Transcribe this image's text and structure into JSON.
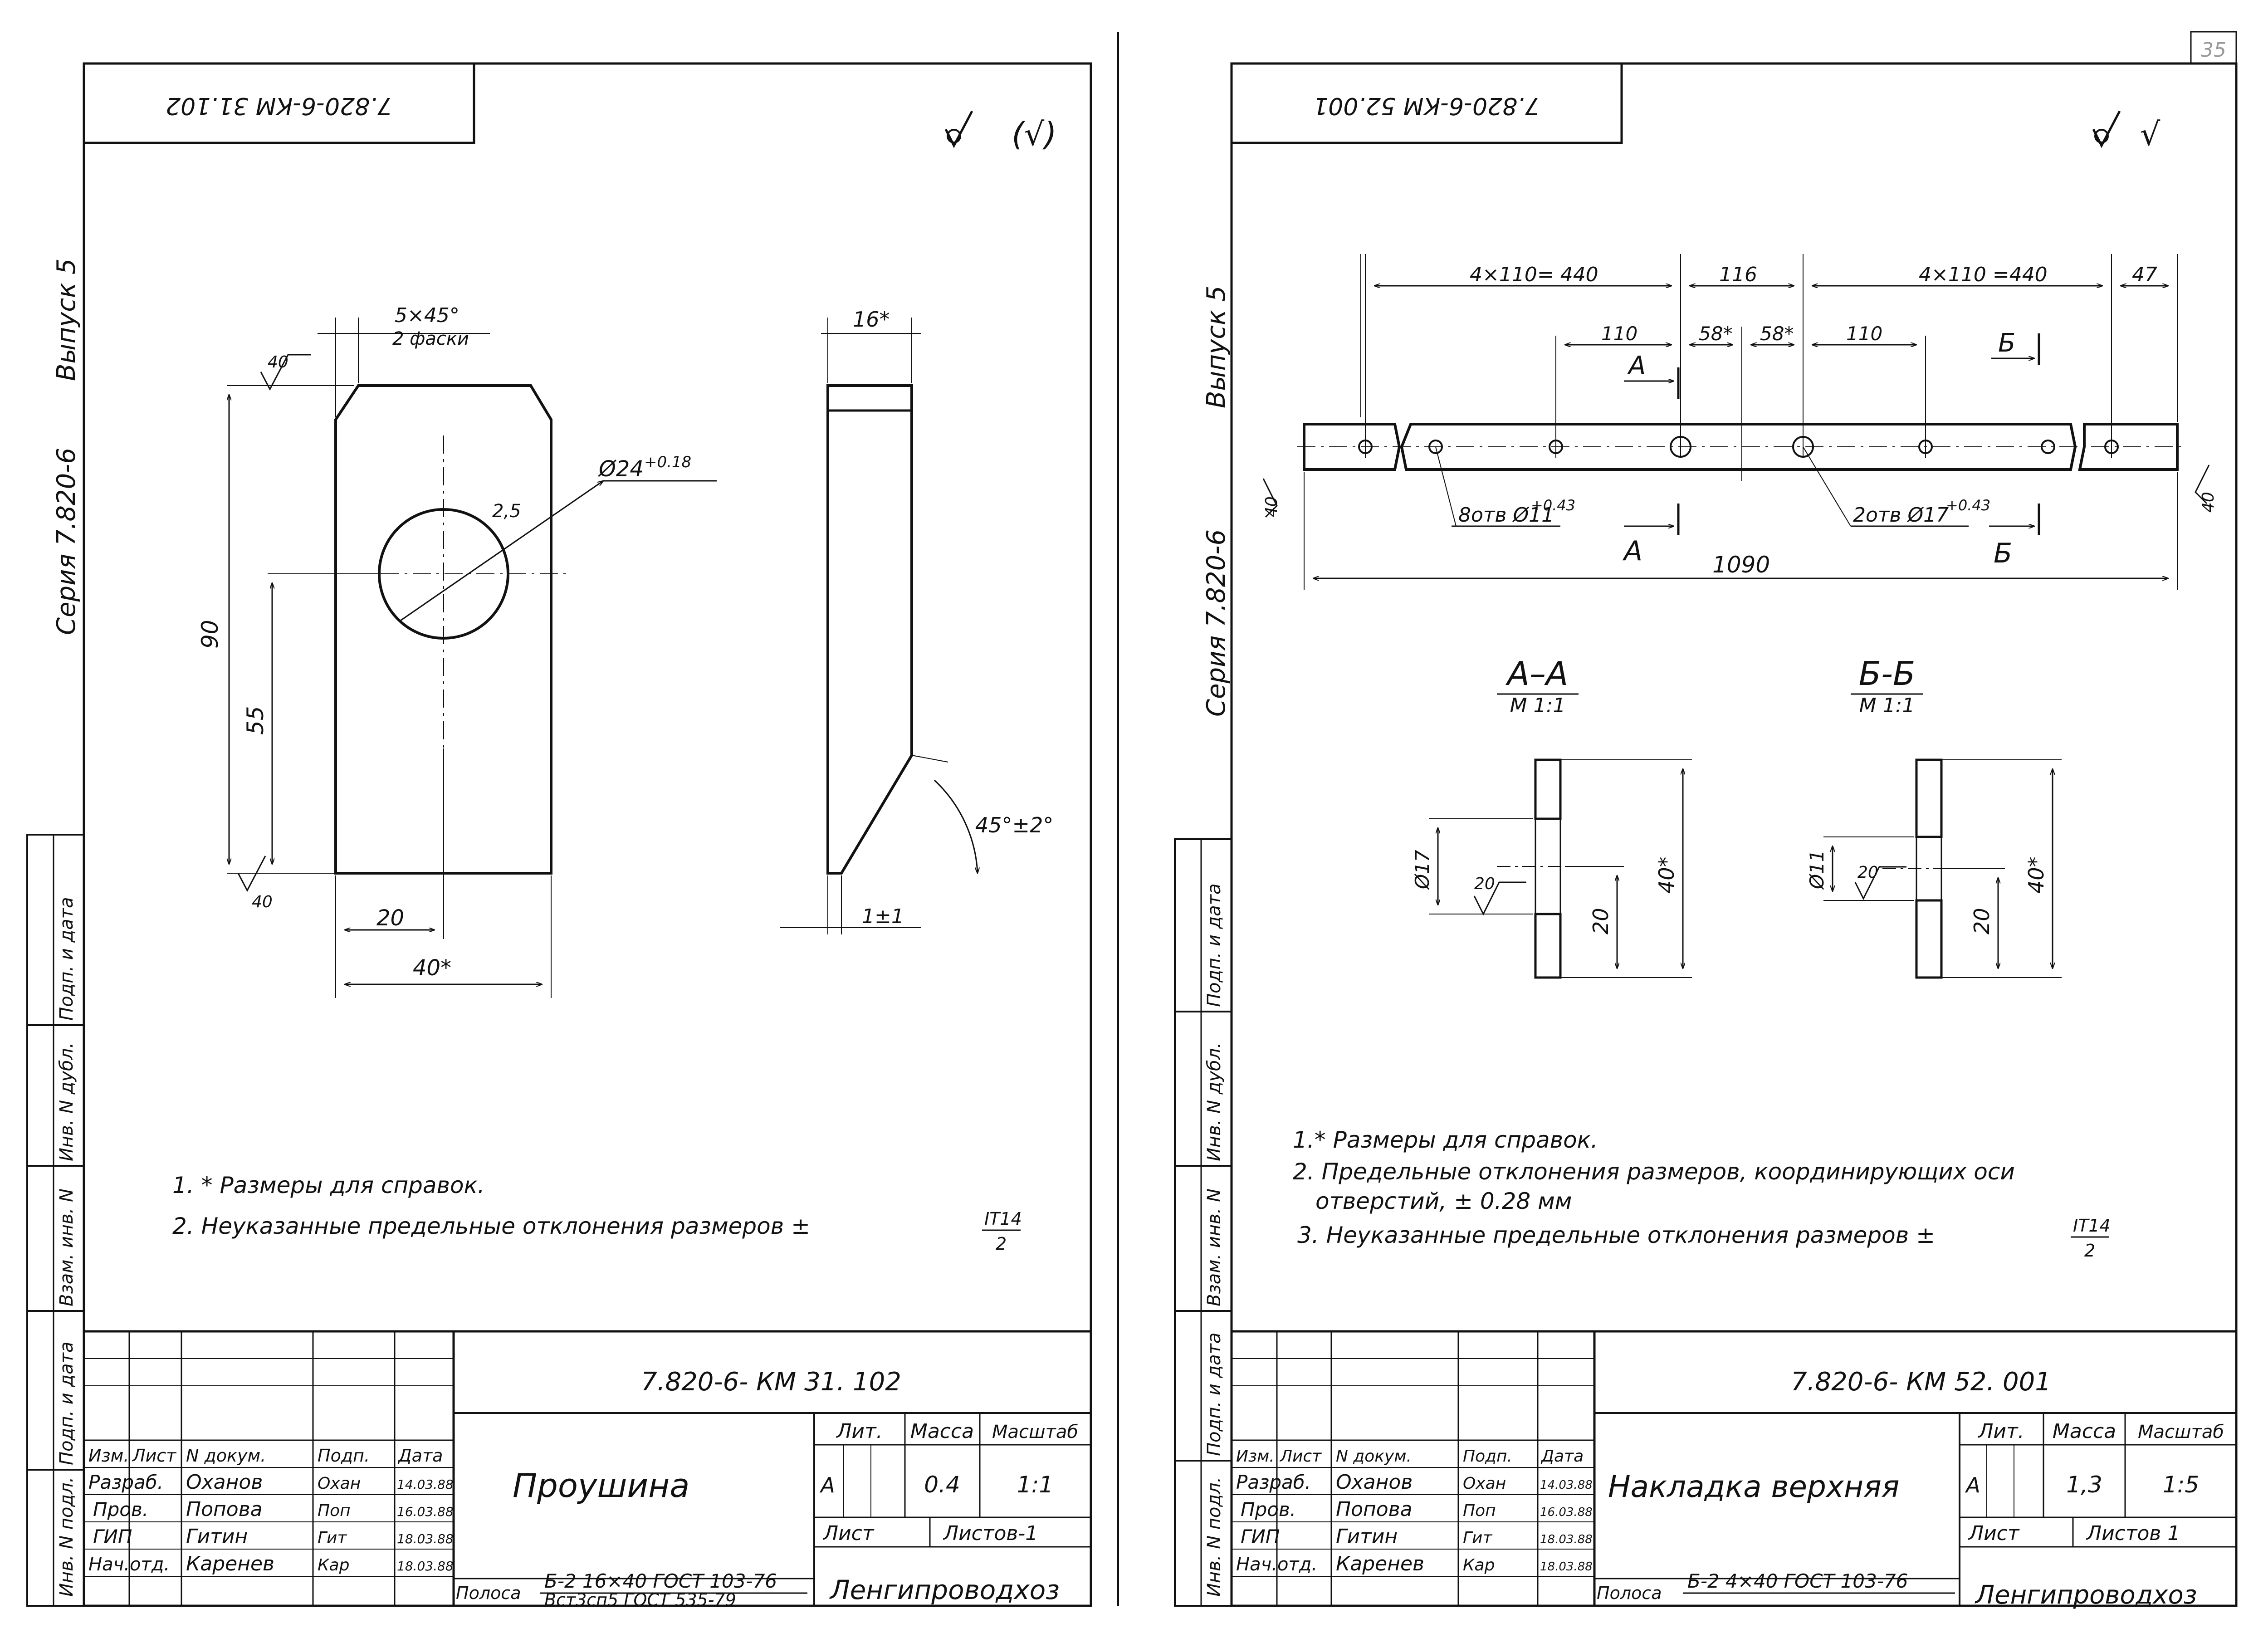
{
  "left": {
    "stamp_code": "7.820-6-КМ 31.102",
    "roughness": "(√)",
    "series_label": "Серия 7.820-6",
    "issue_label": "Выпуск 5",
    "dims": {
      "chamfer": "5×45°",
      "chamfer_note": "2 фаски",
      "hole": "Ø24",
      "hole_tol": "+0.18",
      "r25": "2,5",
      "d90": "90",
      "d55": "55",
      "d20": "20",
      "d40": "40*",
      "d16": "16*",
      "angle": "45°±2°",
      "d1": "1±1",
      "rough40": "40"
    },
    "notes": [
      "1. * Размеры для справок.",
      "2. Неуказанные предельные отклонения размеров ±"
    ],
    "tol_frac_num": "IT14",
    "tol_frac_den": "2",
    "title_code": "7.820-6- КМ 31. 102",
    "part_name": "Проушина",
    "lit_header": "Лит.",
    "mass_header": "Масса",
    "scale_header": "Масштаб",
    "lit_value": "А",
    "mass_value": "0.4",
    "scale_value": "1:1",
    "sheet_label": "Лист",
    "sheets_label": "Листов-1",
    "org": "Ленгипроводхоз",
    "material_prefix": "Полоса",
    "material_top": "Б-2 16×40 ГОСТ 103-76",
    "material_bottom": "Вст3сп5 ГОСТ 535-79",
    "col_headers": [
      "Изм.",
      "Лист",
      "N докум.",
      "Подп.",
      "Дата"
    ],
    "rows": [
      {
        "role": "Разраб.",
        "name": "Оханов",
        "sign": "Охан",
        "date": "14.03.88"
      },
      {
        "role": "Пров.",
        "name": "Попова",
        "sign": "Поп",
        "date": "16.03.88"
      },
      {
        "role": "ГИП",
        "name": "Гитин",
        "sign": "Гит",
        "date": "18.03.88"
      },
      {
        "role": "Нач.отд.",
        "name": "Каренев",
        "sign": "Кар",
        "date": "18.03.88"
      }
    ]
  },
  "right": {
    "stamp_code": "7.820-6-КМ 52.001",
    "roughness": "√",
    "series_label": "Серия 7.820-6",
    "issue_label": "Выпуск 5",
    "page_no": "35",
    "dims": {
      "top1": "4×110= 440",
      "top2": "116",
      "top3": "4×110 =440",
      "top4": "47",
      "s110a": "110",
      "s58a": "58*",
      "s58b": "58*",
      "s110b": "110",
      "holes1": "8отв Ø11",
      "holes1_tol": "+0.43",
      "holes2": "2отв Ø17",
      "holes2_tol": "+0.43",
      "total": "1090",
      "rough": "40",
      "secA": "А",
      "secB": "Б"
    },
    "section_aa": "А–А",
    "section_bb": "Б-Б",
    "scale_aa": "М 1:1",
    "scale_bb": "М 1:1",
    "sec_dims": {
      "d17": "Ø17",
      "d11": "Ø11",
      "r20a": "20",
      "r20b": "20",
      "h20a": "20",
      "h20b": "20",
      "h40a": "40*",
      "h40b": "40*"
    },
    "notes": [
      "1.* Размеры для справок.",
      "2. Предельные отклонения размеров, координирующих оси",
      "отверстий, ± 0.28 мм",
      "3. Неуказанные предельные отклонения размеров ±"
    ],
    "tol_frac_num": "IT14",
    "tol_frac_den": "2",
    "title_code": "7.820-6- КМ 52. 001",
    "part_name": "Накладка верхняя",
    "lit_header": "Лит.",
    "mass_header": "Масса",
    "scale_header": "Масштаб",
    "lit_value": "А",
    "mass_value": "1,3",
    "scale_value": "1:5",
    "sheet_label": "Лист",
    "sheets_label": "Листов 1",
    "org": "Ленгипроводхоз",
    "material_prefix": "Полоса",
    "material_top": "Б-2 4×40 ГОСТ 103-76",
    "col_headers": [
      "Изм.",
      "Лист",
      "N докум.",
      "Подп.",
      "Дата"
    ],
    "rows": [
      {
        "role": "Разраб.",
        "name": "Оханов",
        "sign": "Охан",
        "date": "14.03.88"
      },
      {
        "role": "Пров.",
        "name": "Попова",
        "sign": "Поп",
        "date": "16.03.88"
      },
      {
        "role": "ГИП",
        "name": "Гитин",
        "sign": "Гит",
        "date": "18.03.88"
      },
      {
        "role": "Нач.отд.",
        "name": "Каренев",
        "sign": "Кар",
        "date": "18.03.88"
      }
    ]
  },
  "side_labels": [
    "Инв. N подл.",
    "Подп. и дата",
    "Взам. инв. N",
    "Инв. N дубл.",
    "Подп. и дата"
  ]
}
